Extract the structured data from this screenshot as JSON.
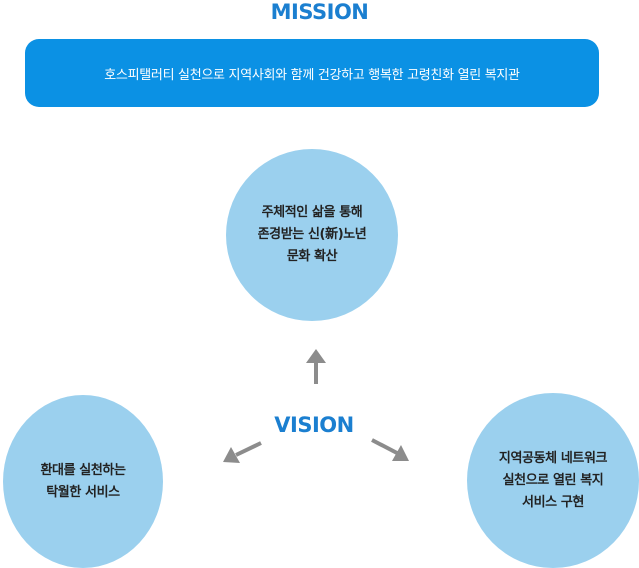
{
  "mission": {
    "title": "MISSION",
    "statement": "호스피탤러티 실천으로 지역사회와 함께 건강하고 행복한 고령친화 열린 복지관"
  },
  "vision": {
    "title": "VISION",
    "goals": [
      {
        "line1": "주체적인 삶을 통해",
        "line2": "존경받는 신(新)노년",
        "line3": "문화 확산"
      },
      {
        "line1": "환대를 실천하는",
        "line2": "탁월한 서비스",
        "line3": ""
      },
      {
        "line1": "지역공동체 네트워크",
        "line2": "실천으로 열린 복지",
        "line3": "서비스 구현"
      }
    ]
  },
  "colors": {
    "title_blue": "#1b7fd0",
    "mission_box": "#0b91e4",
    "circle_fill": "#9bd0ee",
    "arrow_gray": "#8c8c8c"
  }
}
